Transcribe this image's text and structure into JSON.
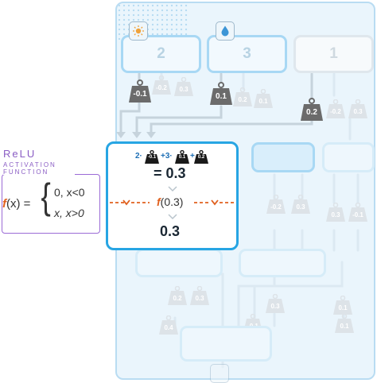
{
  "inputs": [
    {
      "value": "2",
      "icon": "sun-icon"
    },
    {
      "value": "3",
      "icon": "water-drop-icon"
    },
    {
      "value": "1",
      "icon": ""
    }
  ],
  "weights_visible": [
    "-0.1",
    "0.1",
    "0.2"
  ],
  "weights_faint": [
    "-0.2",
    "0.3",
    "0.2",
    "0.1",
    "-0.2",
    "0.3",
    "-0.2",
    "0.3",
    "0.3",
    "-0.1",
    "0.2",
    "0.3",
    "0.3",
    "0.1",
    "-0.1",
    "0.1",
    "0.4"
  ],
  "relu": {
    "title": "ReLU",
    "subtitle": "ACTIVATION FUNCTION",
    "lhs_f": "f",
    "lhs_rest": "(x) =",
    "case1": "0, x<0",
    "case2": "x, x>0"
  },
  "calc": {
    "expr_a": "2·",
    "w1": "-0.1",
    "plus1": "+3·",
    "w2": "0.1",
    "plus2": "+",
    "w3": "0.2",
    "equals": "= 0.3",
    "fcall_f": "f",
    "fcall_rest": "(0.3)",
    "result": "0.3"
  },
  "colors": {
    "accent": "#27a5e3",
    "relu": "#9b6bd6",
    "orange": "#e0601e",
    "weight": "#6b6b6b"
  }
}
